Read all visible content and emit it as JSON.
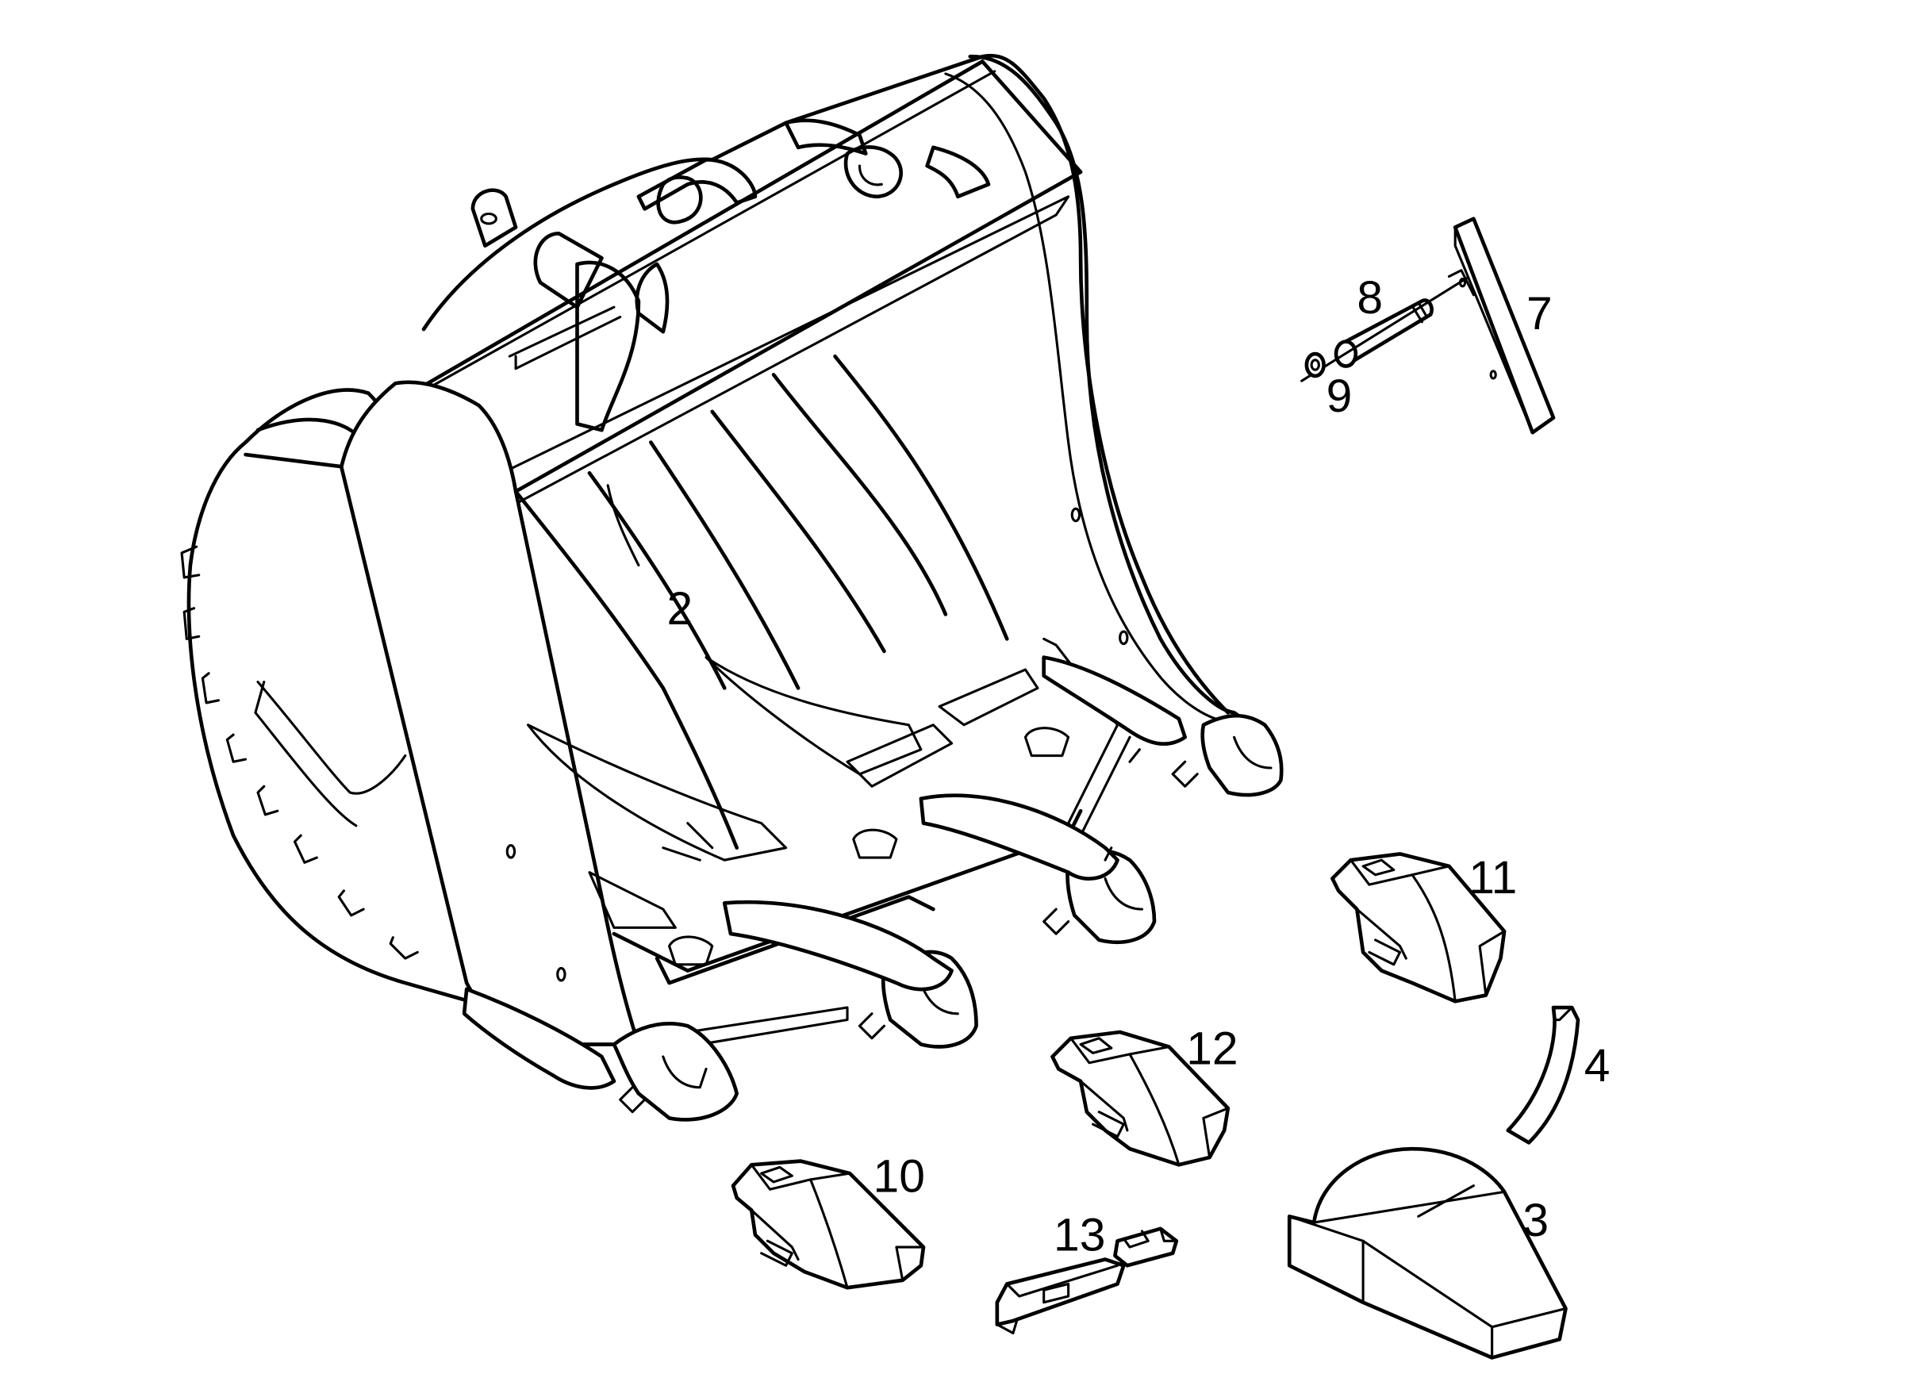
{
  "diagram": {
    "type": "exploded parts drawing",
    "line_color": "#000000",
    "background": "#ffffff",
    "callouts": {
      "bucket": "2",
      "tooth_point": "3",
      "side_cutter": "4",
      "wear_strip": "7",
      "pin": "8",
      "washer": "9",
      "adapter_a": "10",
      "adapter_b": "11",
      "adapter_c": "12",
      "lock": "13"
    }
  }
}
